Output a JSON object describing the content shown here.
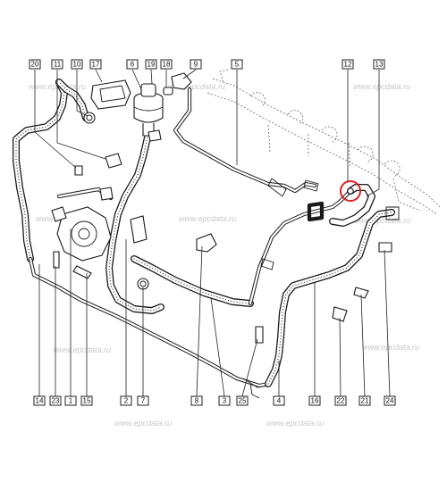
{
  "diagram": {
    "callouts": [
      {
        "id": "c20",
        "label": "20"
      },
      {
        "id": "c11",
        "label": "11"
      },
      {
        "id": "c10",
        "label": "10"
      },
      {
        "id": "c17",
        "label": "17"
      },
      {
        "id": "c6",
        "label": "6"
      },
      {
        "id": "c19",
        "label": "19"
      },
      {
        "id": "c18",
        "label": "18"
      },
      {
        "id": "c9",
        "label": "9"
      },
      {
        "id": "c5",
        "label": "5"
      },
      {
        "id": "c12",
        "label": "12"
      },
      {
        "id": "c13",
        "label": "13"
      },
      {
        "id": "c14",
        "label": "14"
      },
      {
        "id": "c23",
        "label": "23"
      },
      {
        "id": "c1",
        "label": "1"
      },
      {
        "id": "c15",
        "label": "15"
      },
      {
        "id": "c2",
        "label": "2"
      },
      {
        "id": "c7",
        "label": "7"
      },
      {
        "id": "c8",
        "label": "8"
      },
      {
        "id": "c3",
        "label": "3"
      },
      {
        "id": "c25",
        "label": "25"
      },
      {
        "id": "c4",
        "label": "4"
      },
      {
        "id": "c16",
        "label": "16"
      },
      {
        "id": "c22",
        "label": "22"
      },
      {
        "id": "c21",
        "label": "21"
      },
      {
        "id": "c24",
        "label": "24"
      }
    ],
    "watermarks": [
      "www.epcdata.ru",
      "www.epcdata.ru",
      "www.epcdata.ru",
      "www.epcdata.ru",
      "www.epcdata.ru",
      "www.epcdata.ru",
      "www.epcdata.ru",
      "www.epcdata.ru",
      "www.epcdata.ru",
      "www.epcdata.ru"
    ],
    "highlight_color": "#e02020"
  }
}
